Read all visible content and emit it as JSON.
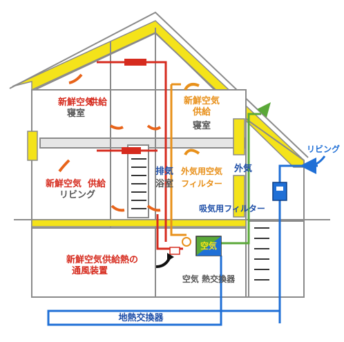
{
  "labels": {
    "fresh_air_bedroom_1": "新鮮空気",
    "fresh_air_bedroom_2": "供給",
    "room_bedroom": "寝室",
    "fresh_air_living_1": "新鮮空気",
    "fresh_air_living_2": "供給",
    "room_living": "リビング",
    "fresh_air_right_1": "新鮮空気",
    "fresh_air_right_2": "供給",
    "room_bedroom_right": "寝室",
    "exhaust": "排気",
    "bathroom": "浴室",
    "ext_filter_1": "外気用空気",
    "ext_filter_2": "フィルター",
    "outside_air": "外気",
    "intake_filter": "吸気用フィルター",
    "living_top": "リビング",
    "air_box": "空気",
    "heat_vent_1": "新鮮空気供給熱の",
    "heat_vent_2": "通風装置",
    "air_exchanger": "空気 熱交換器",
    "geo_exchanger": "地熱交換器"
  },
  "colors": {
    "insulation": "#f4e31a",
    "fresh_air": "#d62b1e",
    "exhaust_orange": "#e8901a",
    "outside_green": "#5aa838",
    "intake_blue": "#1f6fd6",
    "structure": "#8a8a8a"
  }
}
